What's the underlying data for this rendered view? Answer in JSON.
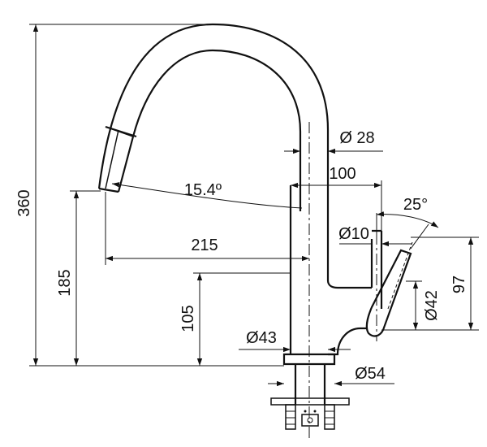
{
  "dimensions": {
    "height_total": "360",
    "height_spout": "185",
    "height_body": "105",
    "reach": "215",
    "offset": "100",
    "spout_angle": "15.4º",
    "handle_angle": "25°",
    "diameter_spout": "Ø 28",
    "diameter_handle": "Ø10",
    "diameter_body": "Ø43",
    "diameter_base": "Ø54",
    "diameter_lever": "Ø42",
    "lever_height": "97"
  },
  "colors": {
    "line": "#111111",
    "background": "#ffffff"
  }
}
